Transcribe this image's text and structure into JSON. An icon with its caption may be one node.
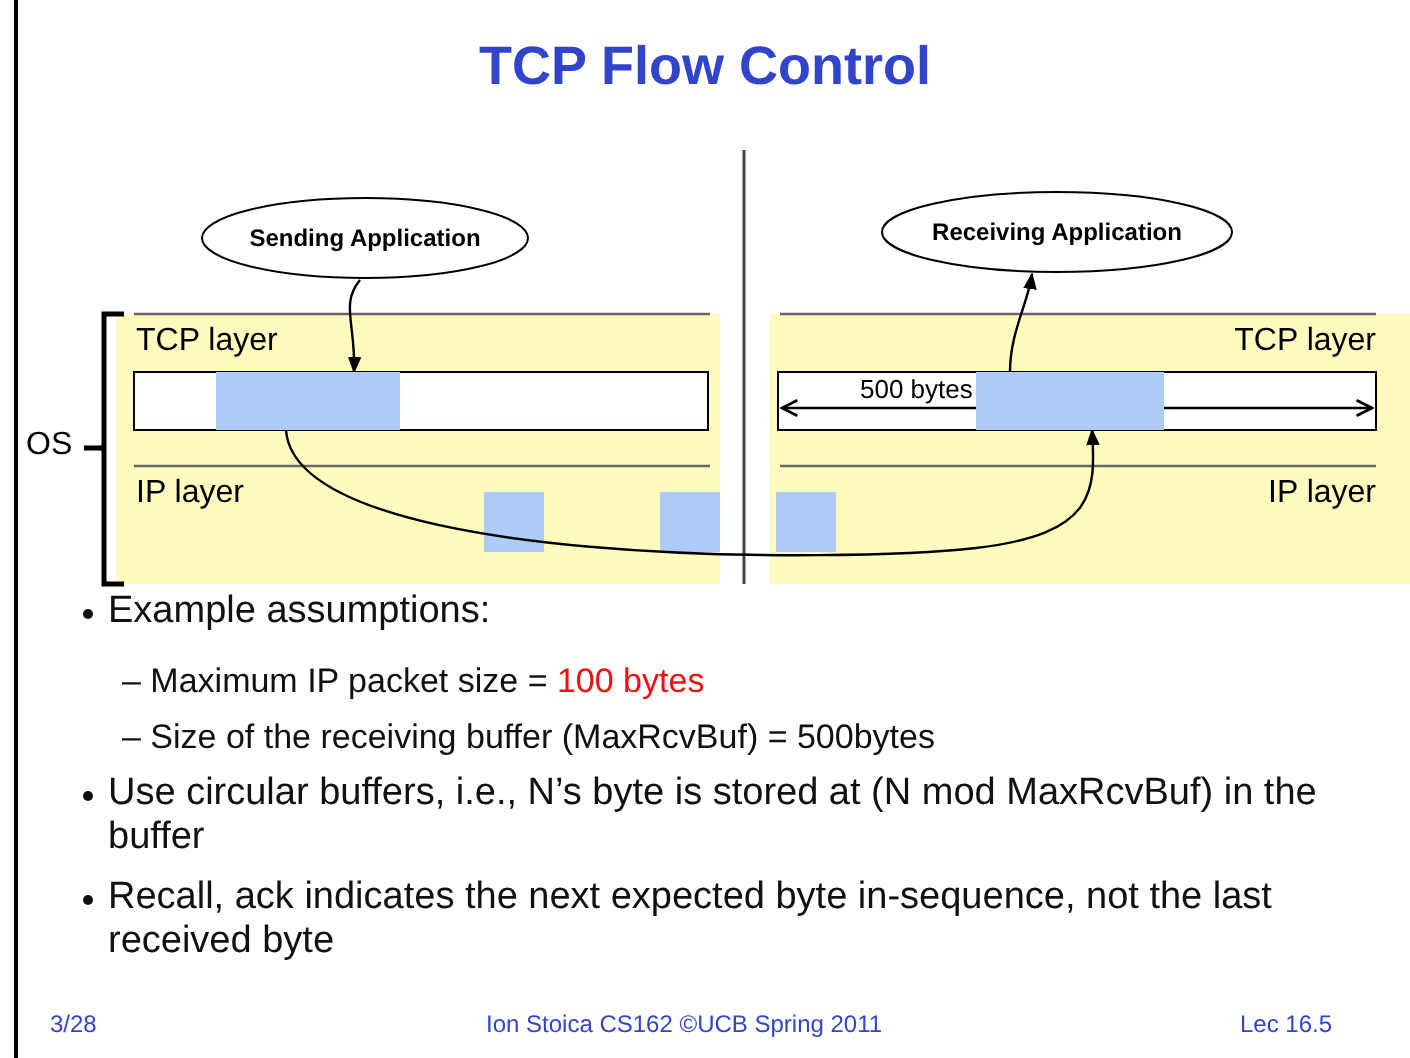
{
  "diagram": {
    "title": "TCP Flow Control",
    "nodes": [
      {
        "text": [
          "Sending Application"
        ]
      },
      {
        "text": [
          "Receiving Application"
        ]
      },
      {
        "text": [],
        "shape": "box"
      },
      {
        "text": [],
        "shape": "box"
      }
    ],
    "edges": [
      {
        "from": 0,
        "to": 2,
        "arrow": "to"
      },
      {
        "from": 2,
        "to": 3,
        "arrow": "to"
      },
      {
        "from": 3,
        "to": 1,
        "arrow": "to"
      }
    ],
    "labels": [
      "TCP layer",
      "IP layer",
      "OS",
      "TCP layer",
      "500 bytes",
      "IP layer",
      "Example assumptions:",
      "– Maximum IP packet size =",
      "100 bytes",
      "– Size of the receiving buffer (MaxRcvBuf) = 500bytes",
      "Use circular buffers, i.e., N’s byte is stored at (N mod MaxRcvBuf) in the buffer",
      "Recall, ack indicates the next expected byte in-sequence, not the last received byte",
      "3/28",
      "Ion Stoica CS162 ©UCB Spring 2011",
      "Lec 16.5"
    ]
  }
}
